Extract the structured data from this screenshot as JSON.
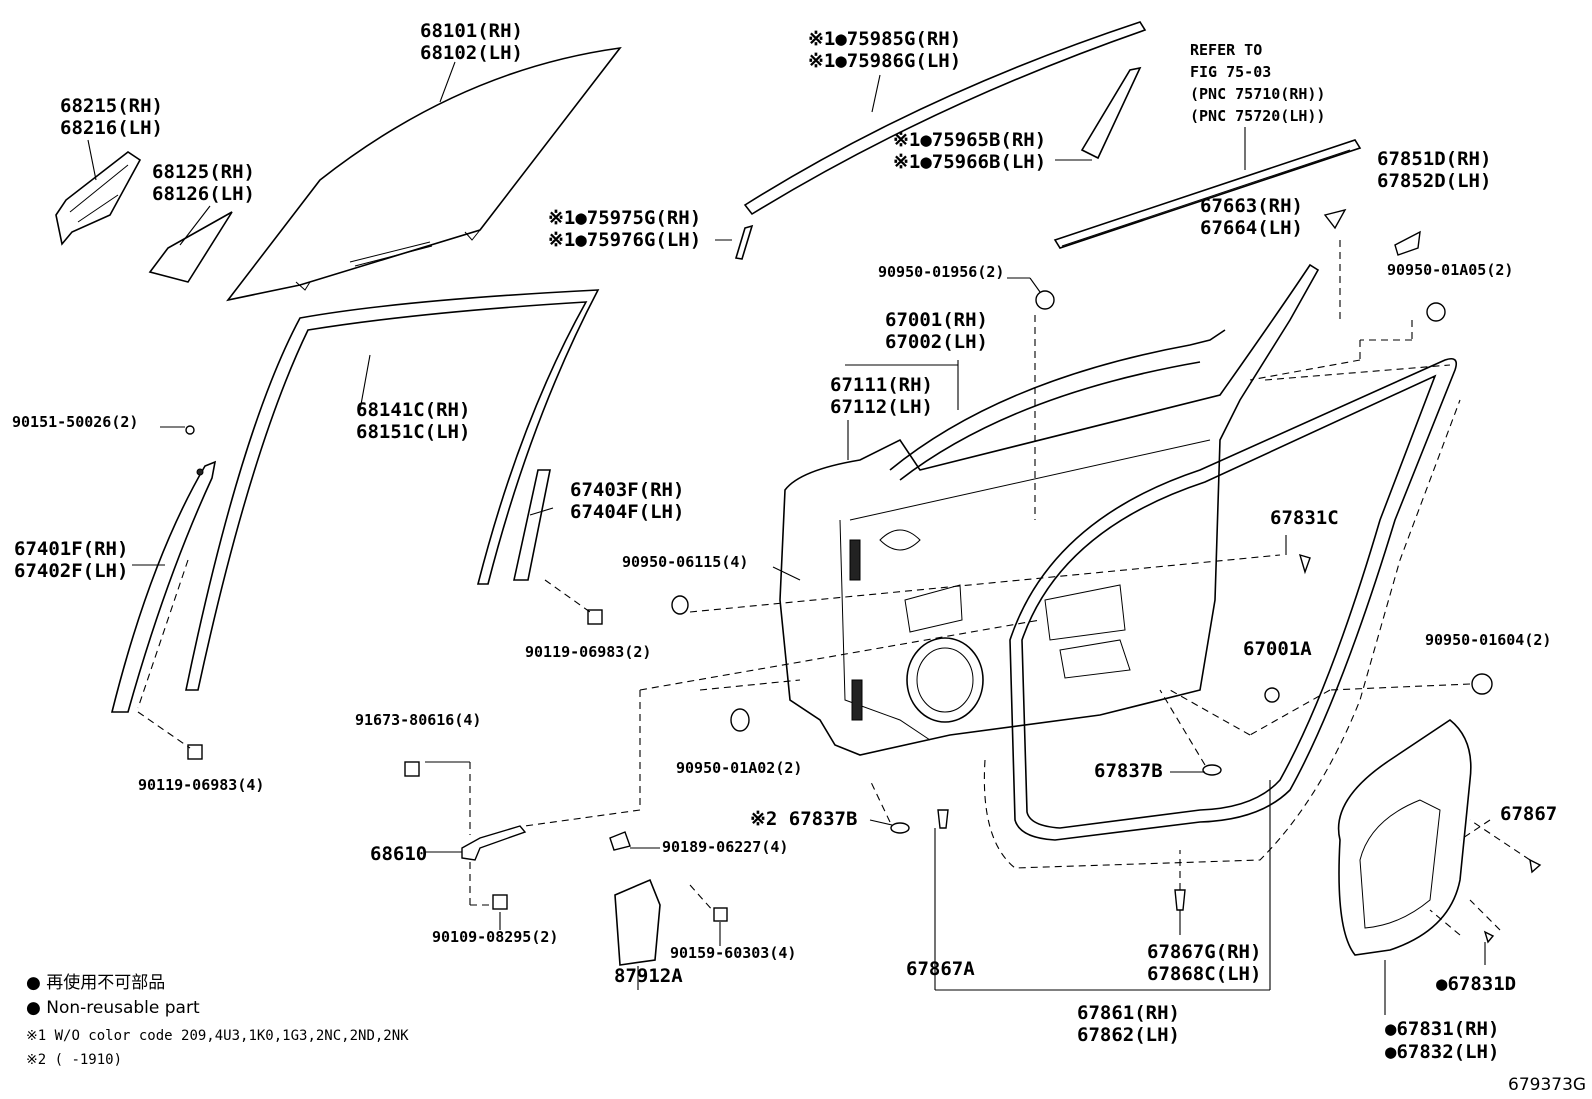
{
  "labels": {
    "p68101": "68101(RH)",
    "p68102": "68102(LH)",
    "p68215": "68215(RH)",
    "p68216": "68216(LH)",
    "p68125": "68125(RH)",
    "p68126": "68126(LH)",
    "p75985": "※1●75985G(RH)",
    "p75986": "※1●75986G(LH)",
    "p75965": "※1●75965B(RH)",
    "p75966": "※1●75966B(LH)",
    "p75975": "※1●75975G(RH)",
    "p75976": "※1●75976G(LH)",
    "refer1": "REFER TO",
    "refer2": "FIG 75-03",
    "refer3": "(PNC 75710(RH))",
    "refer4": "(PNC 75720(LH))",
    "p67851": "67851D(RH)",
    "p67852": "67852D(LH)",
    "p67663": "67663(RH)",
    "p67664": "67664(LH)",
    "p90950_01956": "90950-01956(2)",
    "p90950_01A05": "90950-01A05(2)",
    "p67001": "67001(RH)",
    "p67002": "67002(LH)",
    "p67111": "67111(RH)",
    "p67112": "67112(LH)",
    "p68141": "68141C(RH)",
    "p68151": "68151C(LH)",
    "p90151": "90151-50026(2)",
    "p67403": "67403F(RH)",
    "p67404": "67404F(LH)",
    "p67401": "67401F(RH)",
    "p67402": "67402F(LH)",
    "p90950_06115": "90950-06115(4)",
    "p67831C": "67831C",
    "p90119_a": "90119-06983(2)",
    "p67001A": "67001A",
    "p90950_01604": "90950-01604(2)",
    "p91673": "91673-80616(4)",
    "p90950_01A02": "90950-01A02(2)",
    "p90119_b": "90119-06983(4)",
    "p67837B_a": "67837B",
    "p67837B_b": "※2 67837B",
    "p67867": "67867",
    "p68610": "68610",
    "p90189": "90189-06227(4)",
    "p90109": "90109-08295(2)",
    "p90159": "90159-60303(4)",
    "p87912A": "87912A",
    "p67867A": "67867A",
    "p67867G": "67867G(RH)",
    "p67868C": "67868C(LH)",
    "p67831D": "●67831D",
    "p67861": "67861(RH)",
    "p67862": "67862(LH)",
    "p67831": "●67831(RH)",
    "p67832": "●67832(LH)"
  },
  "legend": {
    "jp": "● 再使用不可部品",
    "en": "● Non-reusable part",
    "note1": "※1 W/O color code 209,4U3,1K0,1G3,2NC,2ND,2NK",
    "note2": "※2 (       -1910)"
  },
  "figure_id": "679373G"
}
